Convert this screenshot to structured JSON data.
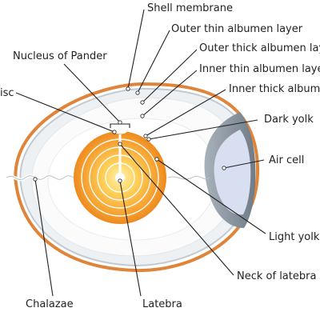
{
  "labels": {
    "shell_membrane": "Shell membrane",
    "outer_thin_albumen": "Outer thin albumen layer",
    "outer_thick_albumen": "Outer thick albumen lay",
    "inner_thin_albumen": "Inner thin albumen laye",
    "inner_thick_albumen": "Inner thick album",
    "nucleus_of_pander": "Nucleus of Pander",
    "germinal_disc": "isc",
    "dark_yolk": "Dark yolk",
    "air_cell": "Air cell",
    "light_yolk": "Light yolk",
    "neck_of_latebra": "Neck of latebra",
    "chalazae": "Chalazae",
    "latebra": "Latebra"
  },
  "colors": {
    "shell": "#e0843a",
    "membrane": "#c8cfd6",
    "outer_albumen": "#f2f4f7",
    "inner_albumen": "#fbfbfc",
    "air_cell": "#d7dff0",
    "yolk_light": "#ffd15a",
    "yolk_dark": "#f28c1c",
    "leader": "#222222"
  }
}
